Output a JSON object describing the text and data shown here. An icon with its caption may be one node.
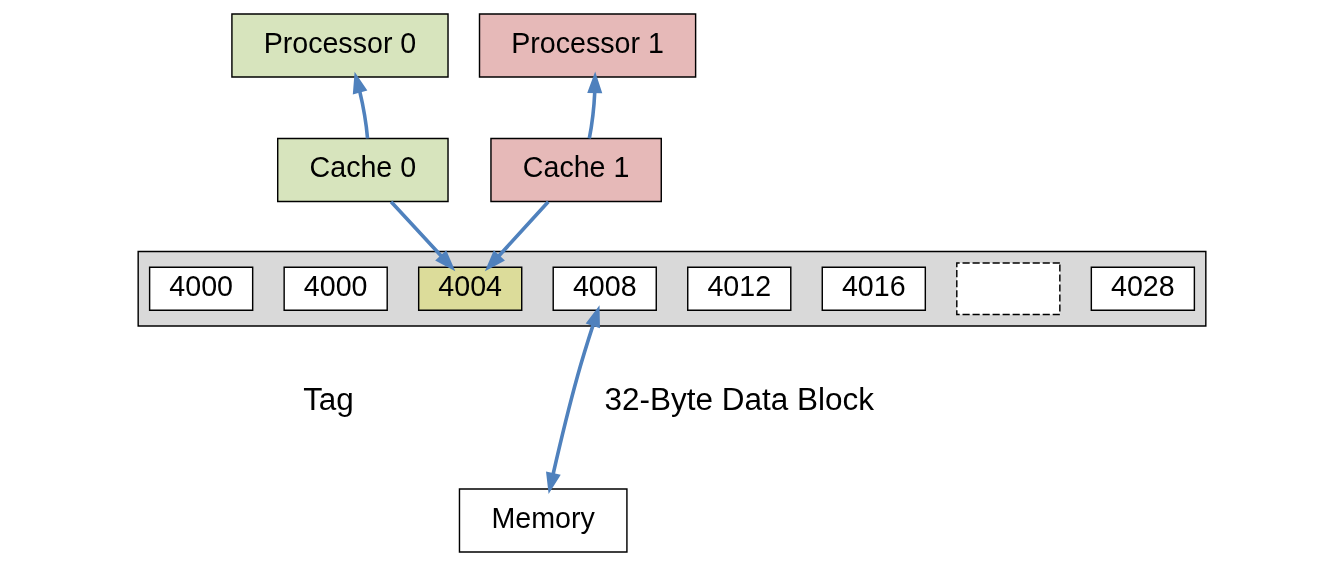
{
  "diagram": {
    "nodes": [
      {
        "text": [
          "Processor 0"
        ]
      },
      {
        "text": [
          "Processor 1"
        ]
      },
      {
        "text": [
          "Cache 0"
        ]
      },
      {
        "text": [
          "Cache 1"
        ]
      },
      {
        "text": [],
        "shape": "bar"
      },
      {
        "text": [
          "4000"
        ],
        "in": 4
      },
      {
        "text": [
          "4000"
        ],
        "in": 4
      },
      {
        "text": [
          "4004"
        ],
        "in": 4
      },
      {
        "text": [
          "4008"
        ],
        "in": 4
      },
      {
        "text": [
          "4012"
        ],
        "in": 4
      },
      {
        "text": [
          "4016"
        ],
        "in": 4
      },
      {
        "text": [],
        "shape": "box",
        "in": 4
      },
      {
        "text": [
          "4028"
        ],
        "in": 4
      },
      {
        "text": [
          "Memory"
        ]
      }
    ],
    "edges": [
      {
        "from": 2,
        "to": 0,
        "arrow": "to"
      },
      {
        "from": 3,
        "to": 1,
        "arrow": "to"
      },
      {
        "from": 2,
        "to": 7,
        "arrow": "to"
      },
      {
        "from": 3,
        "to": 7,
        "arrow": "to"
      },
      {
        "from": 8,
        "to": 13,
        "arrow": "both"
      }
    ],
    "labels": [
      "Tag",
      "32-Byte Data Block"
    ]
  }
}
